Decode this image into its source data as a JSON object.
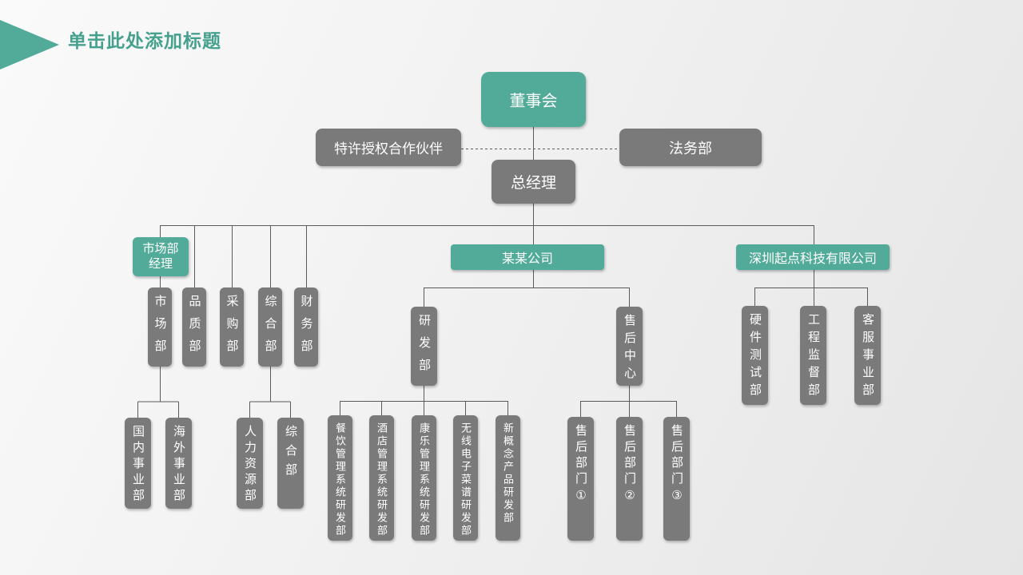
{
  "slide": {
    "title_placeholder": "单击此处添加标题"
  },
  "colors": {
    "accent_teal": "#52aa98",
    "title_text": "#45a18d",
    "node_gray": "#7a7a7a",
    "connector_line": "#5a5a5a",
    "box_text": "#ffffff"
  },
  "org": {
    "nodes": {
      "board": "董事会",
      "franchise_partner": "特许授权合作伙伴",
      "legal": "法务部",
      "general_manager": "总经理",
      "marketing_manager_line1": "市场部",
      "marketing_manager_line2": "经理",
      "dept_market": "市场部",
      "dept_quality": "品质部",
      "dept_purchasing": "采购部",
      "dept_general": "综合部",
      "dept_finance": "财务部",
      "domestic_div": "国内事业部",
      "overseas_div": "海外事业部",
      "hr_dept": "人力资源部",
      "general_sub": "综合部",
      "company_center": "某某公司",
      "rd_dept": "研发部",
      "aftersales_center": "售后中心",
      "rd_catering": "餐饮管理系统研发部",
      "rd_hotel": "酒店管理系统研发部",
      "rd_recreation": "康乐管理系统研发部",
      "rd_emenu": "无线电子菜谱研发部",
      "rd_newconcept": "新概念产品研发部",
      "aftersales_1": "售后部门①",
      "aftersales_2": "售后部门②",
      "aftersales_3": "售后部门③",
      "company_right": "深圳起点科技有限公司",
      "hw_test": "硬件测试部",
      "eng_supervision": "工程监督部",
      "customer_service": "客服事业部"
    },
    "hierarchy": {
      "board": [
        "general_manager"
      ],
      "dashed_row": [
        "franchise_partner",
        "legal"
      ],
      "general_manager": [
        "marketing_manager",
        "dept_quality",
        "dept_purchasing",
        "dept_general",
        "dept_finance",
        "company_center",
        "company_right"
      ],
      "marketing_manager": [
        "dept_market"
      ],
      "dept_market": [
        "domestic_div",
        "overseas_div"
      ],
      "dept_general": [
        "hr_dept",
        "general_sub"
      ],
      "company_center": [
        "rd_dept",
        "aftersales_center"
      ],
      "rd_dept": [
        "rd_catering",
        "rd_hotel",
        "rd_recreation",
        "rd_emenu",
        "rd_newconcept"
      ],
      "aftersales_center": [
        "aftersales_1",
        "aftersales_2",
        "aftersales_3"
      ],
      "company_right": [
        "hw_test",
        "eng_supervision",
        "customer_service"
      ]
    }
  }
}
